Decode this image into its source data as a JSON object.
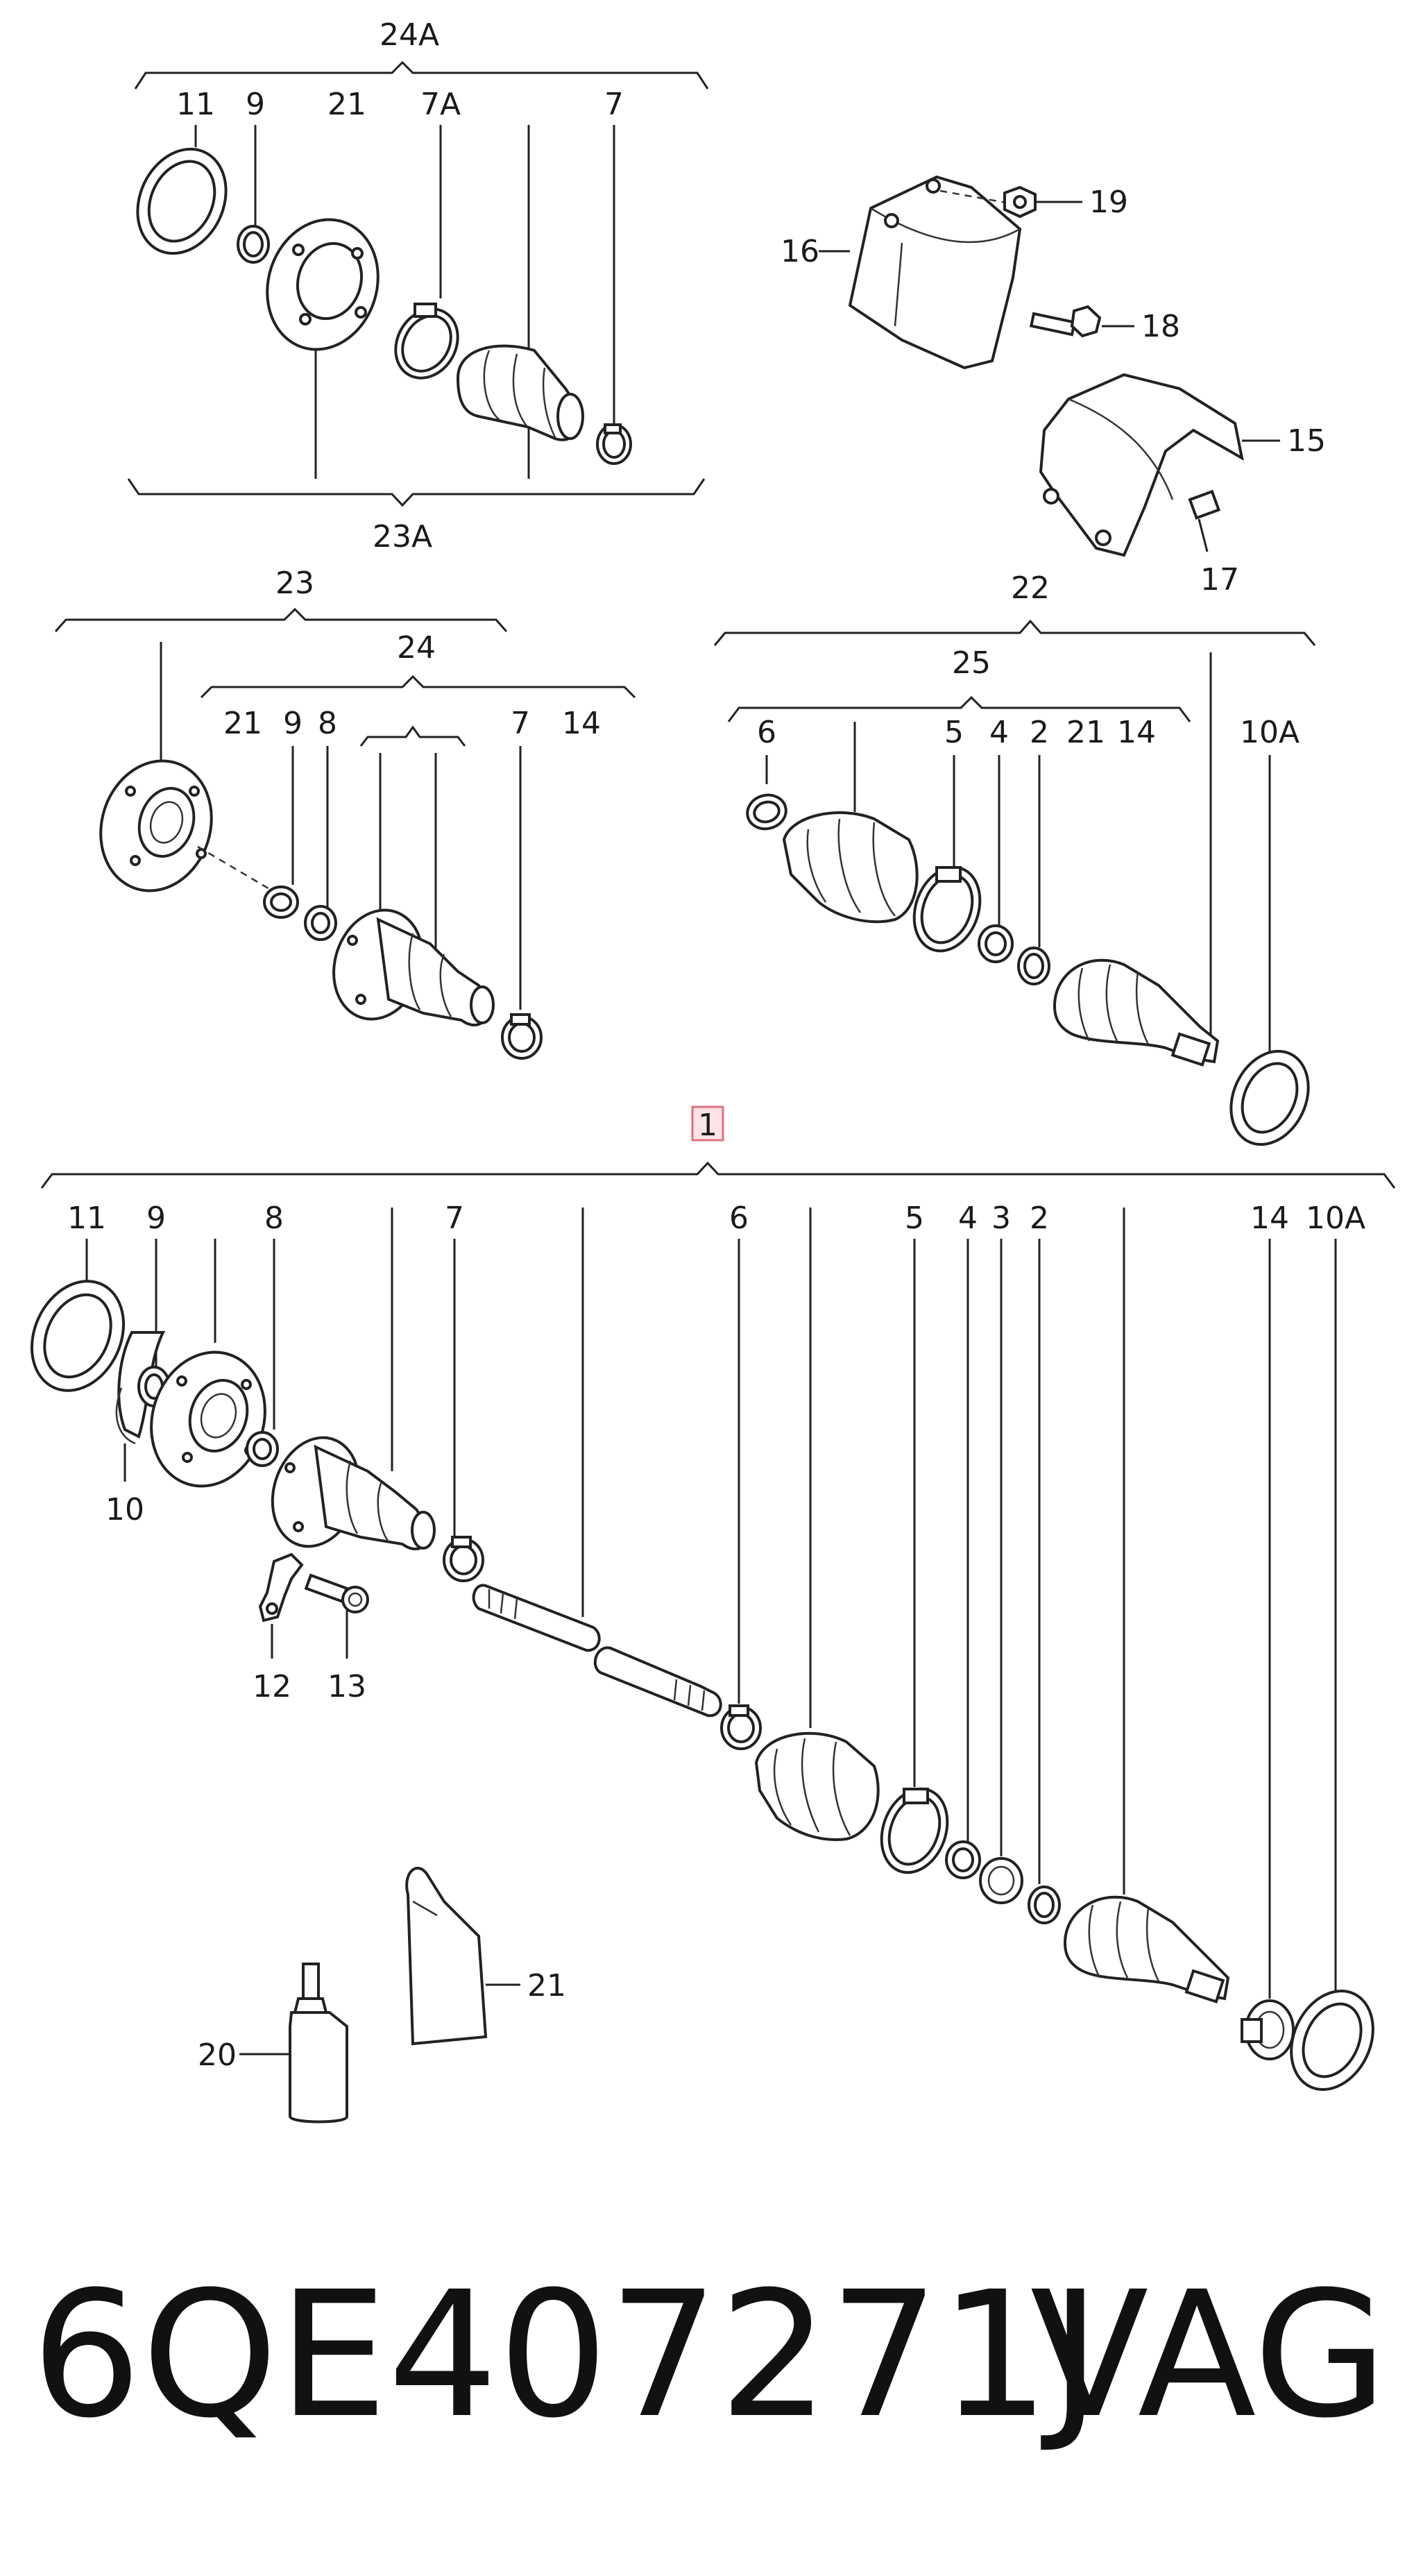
{
  "diagram": {
    "labels": {
      "l24A": "24A",
      "l11a": "11",
      "l9a": "9",
      "l21a": "21",
      "l7Aa": "7A",
      "l7a": "7",
      "l23A": "23A",
      "l19": "19",
      "l16": "16",
      "l18": "18",
      "l15": "15",
      "l17": "17",
      "l23": "23",
      "l24": "24",
      "l21b": "21",
      "l9b": "9",
      "l8b": "8",
      "l7b": "7",
      "l14b": "14",
      "l22": "22",
      "l25": "25",
      "l6c": "6",
      "l5c": "5",
      "l4c": "4",
      "l2c": "2",
      "l21c": "21",
      "l14c": "14",
      "l10Ac": "10A",
      "l1": "1",
      "l11d": "11",
      "l9d": "9",
      "l8d": "8",
      "l7d": "7",
      "l6d": "6",
      "l5d": "5",
      "l4d": "4",
      "l3d": "3",
      "l2d": "2",
      "l14d": "14",
      "l10Ad": "10A",
      "l10d": "10",
      "l12d": "12",
      "l13d": "13",
      "l21d": "21",
      "l20d": "20"
    },
    "part_number": "6QE407271J",
    "brand": "VAG",
    "colors": {
      "highlight_box": "#e0707a",
      "highlight_fill": "#fde3e6",
      "ink": "#222222"
    }
  }
}
